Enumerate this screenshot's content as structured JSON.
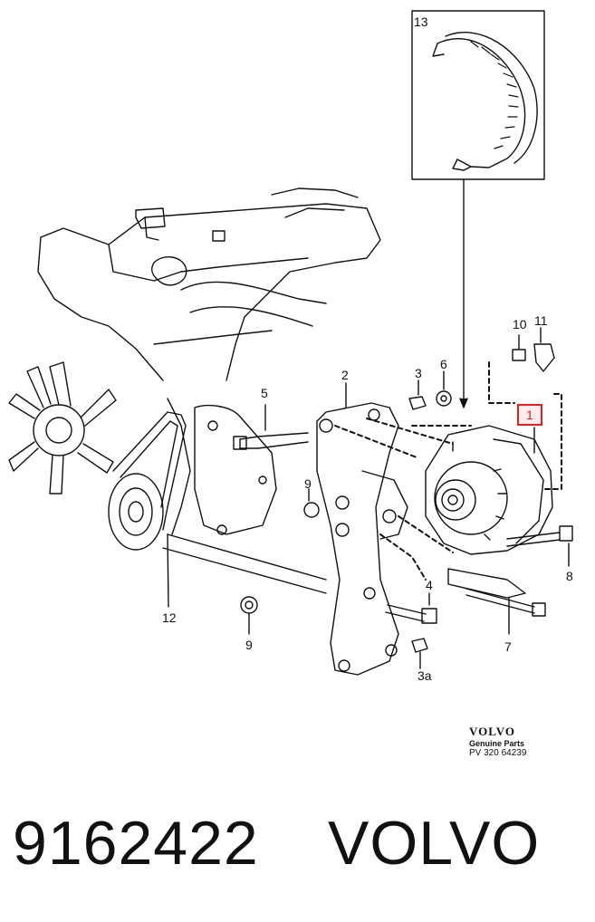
{
  "callouts": {
    "c13": "13",
    "c10": "10",
    "c11": "11",
    "c2": "2",
    "c3": "3",
    "c6": "6",
    "c1": "1",
    "c5": "5",
    "c9a": "9",
    "c8": "8",
    "c4": "4",
    "c12": "12",
    "c9b": "9",
    "c7": "7",
    "c3a": "3a"
  },
  "brand": {
    "logo": "VOLVO",
    "subtitle": "Genuine Parts",
    "code": "PV 320 64239"
  },
  "footer": {
    "part_number": "9162422",
    "maker": "VOLVO"
  },
  "colors": {
    "highlight": "#dd2222",
    "ink": "#111111"
  }
}
